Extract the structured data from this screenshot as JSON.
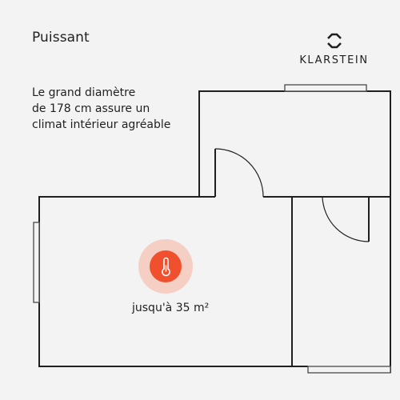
{
  "header": {
    "title": "Puissant",
    "description_lines": [
      "Le grand diamètre",
      "de 178 cm assure un",
      "climat intérieur agréable"
    ]
  },
  "brand": {
    "name": "KLARSTEIN",
    "icon": "klarstein-logo-icon"
  },
  "floorplan": {
    "area_label": "jusqu'à 35 m²",
    "badge_icon": "thermometer-icon"
  },
  "colors": {
    "background": "#f3f3f3",
    "wall": "#1f1f1f",
    "accent": "#f1502f",
    "accent_halo": "#f6cfc4"
  }
}
